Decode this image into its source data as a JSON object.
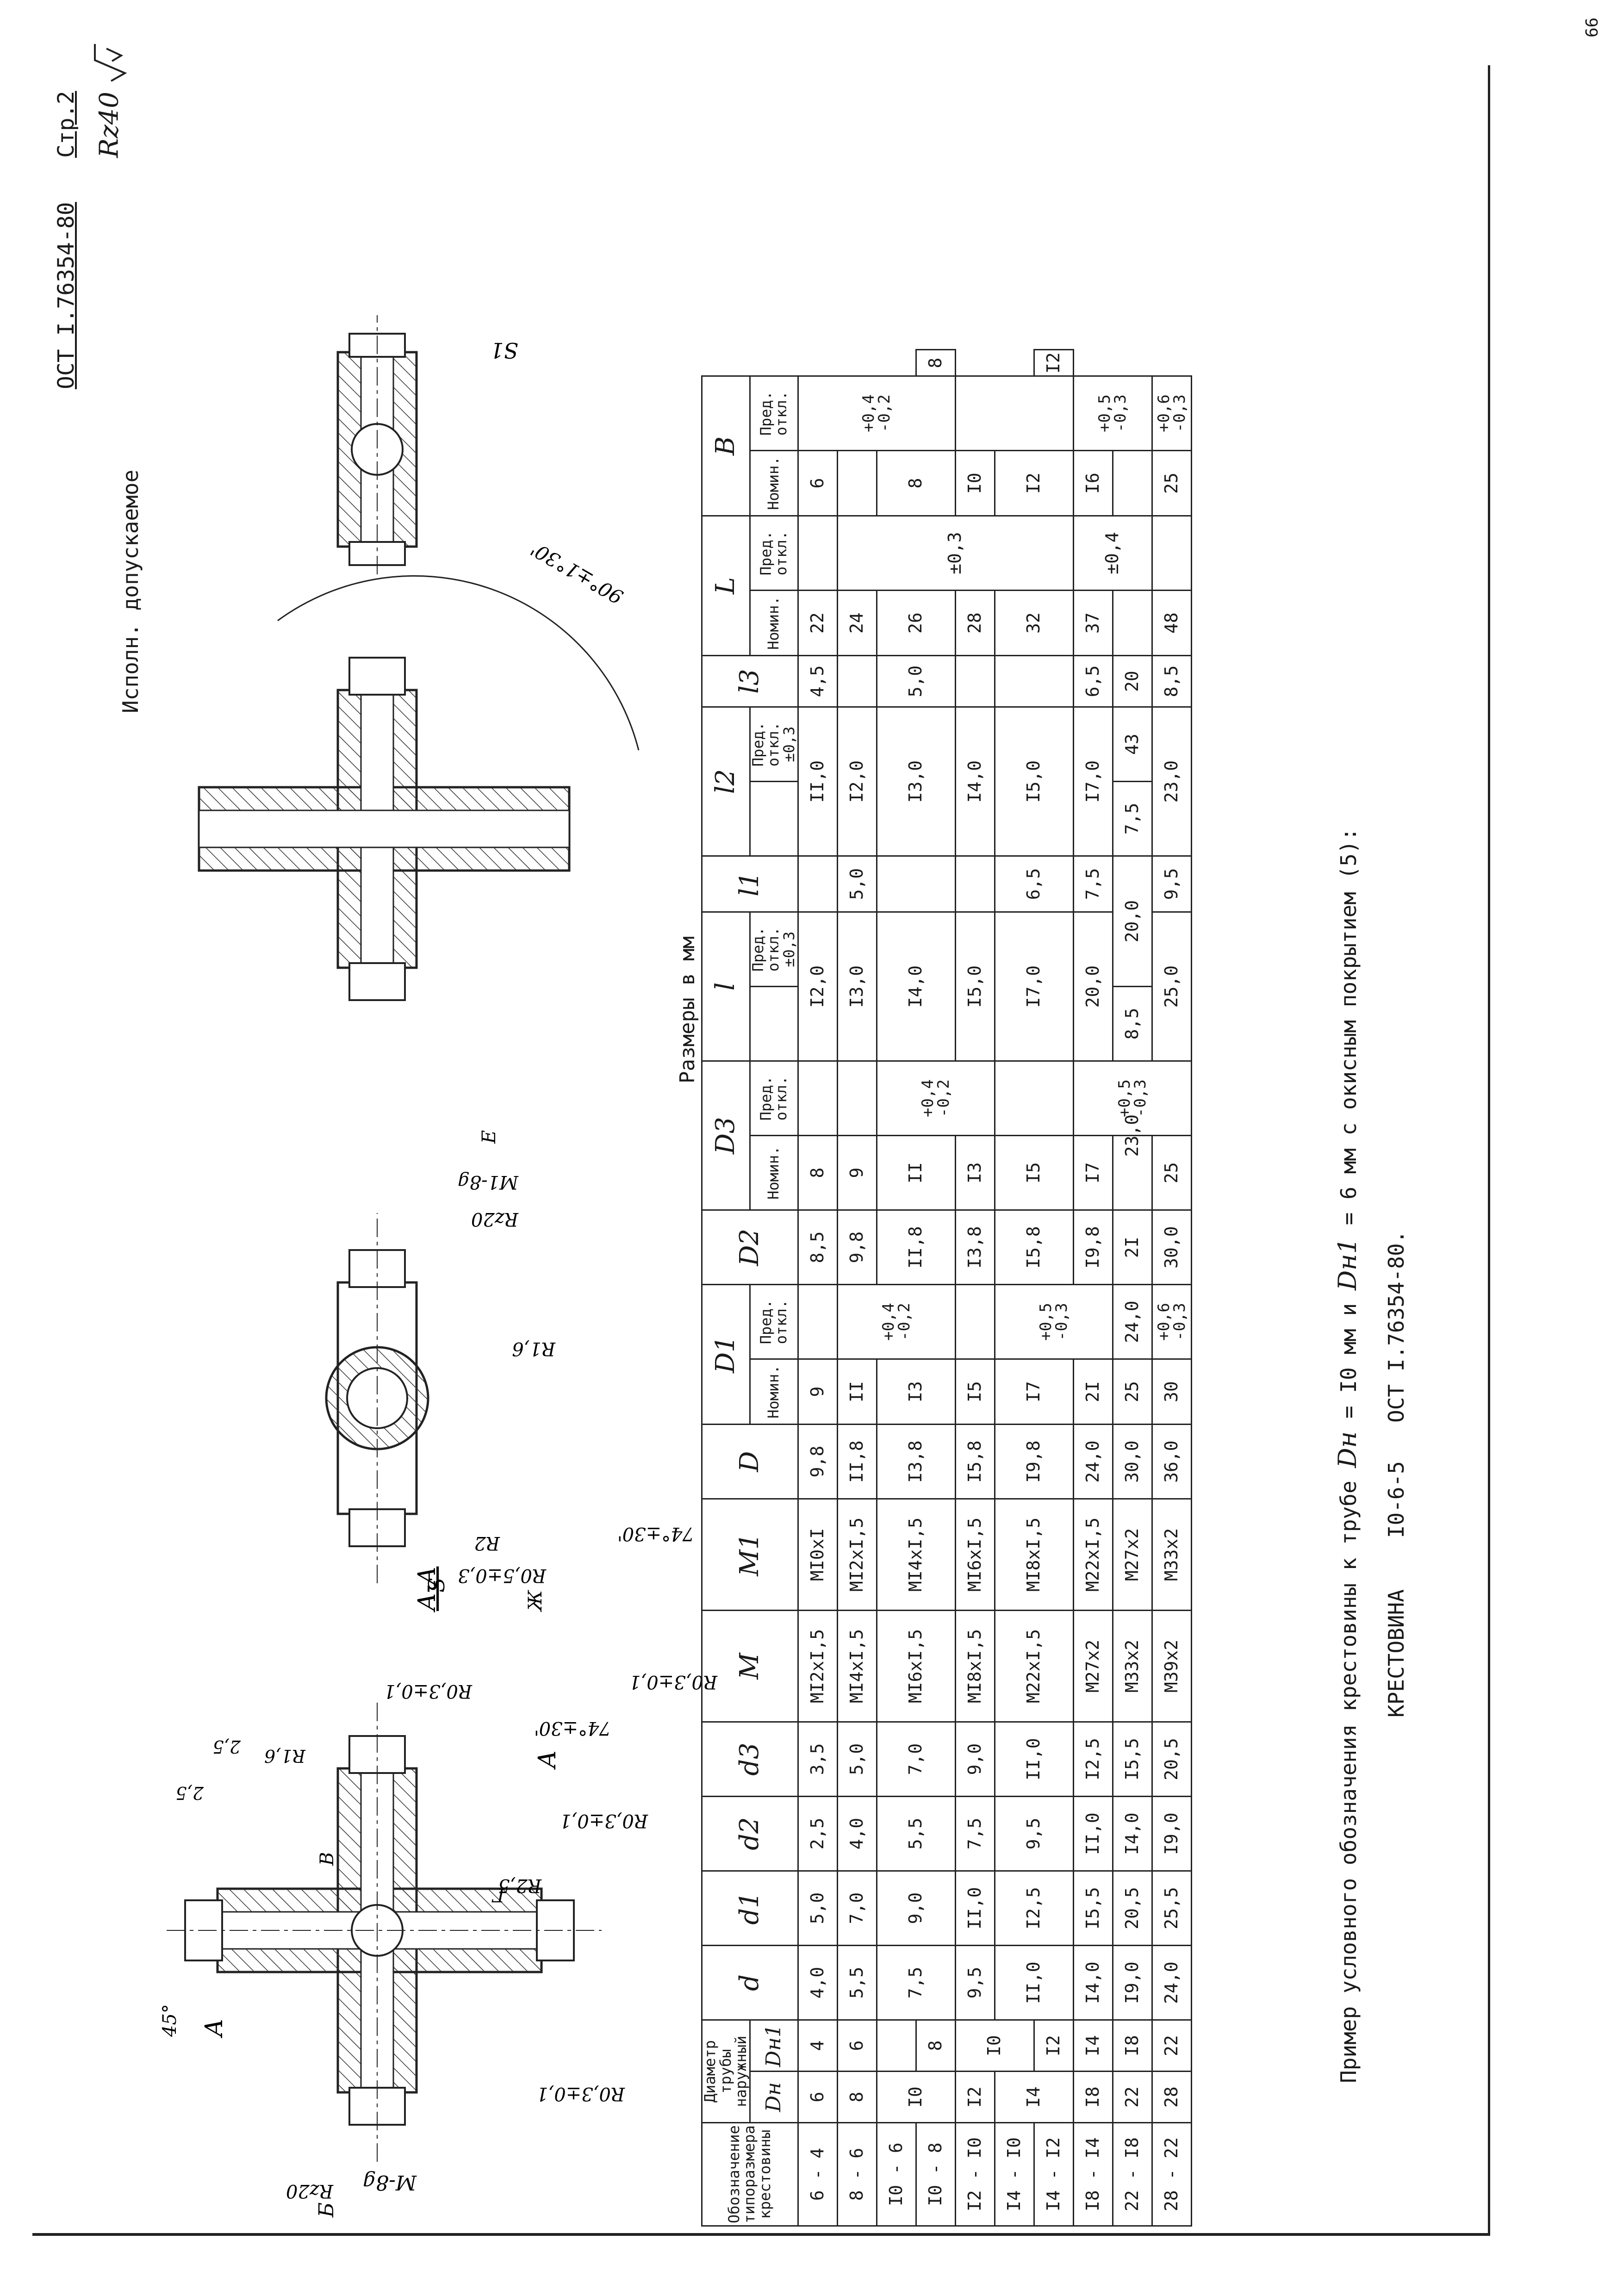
{
  "header": {
    "code": "ОСТ I.76354-80",
    "page": "Стр.2",
    "roughness": "Rz40"
  },
  "alt_execution": "Исполн. допускаемое",
  "drawing_labels": {
    "section_a": "А-А",
    "view_b": "Б",
    "thread_m": "M-8g",
    "thread_m1": "M1-8g",
    "r03_a": "R0,3±0,1",
    "r03_b": "R0,3±0,1",
    "r03_c": "R0,3±0,1",
    "r03_d": "R0,3±0,1",
    "r05": "R0,5±0,3",
    "r2": "R2",
    "r16_a": "R1,6",
    "r16_b": "R1,6",
    "r25_a": "R2,5",
    "rz20_a": "Rz20",
    "rz20_b": "Rz20",
    "ang74_a": "74°±30'",
    "ang74_b": "74°±30'",
    "ang45": "45°",
    "ang90": "90°±1°30'",
    "s": "S",
    "s1": "S1",
    "zh": "Ж",
    "e": "E",
    "g": "Г",
    "v": "В",
    "a_mark": "А",
    "pt25a": "2,5",
    "pt25b": "2,5"
  },
  "table_caption": "Размеры в мм",
  "table": {
    "col_designation": "Обозначение типоразмера крестовины",
    "col_tube": "Диаметр трубы наружный",
    "sub_dn": "Dн",
    "sub_dn1": "Dн1",
    "col_d": "d",
    "col_d1": "d1",
    "col_d2": "d2",
    "col_d3": "d3",
    "col_M": "M",
    "col_M1": "M1",
    "col_D": "D",
    "col_D1": "D1",
    "col_D2": "D2",
    "col_D3": "D3",
    "col_l": "l",
    "col_l1": "l1",
    "col_l2": "l2",
    "col_l3": "l3",
    "col_L": "L",
    "col_B": "B",
    "nom": "Номин.",
    "tol": "Пред. откл.",
    "tol_pm03": "Пред. откл. ±0,3",
    "tolerances": {
      "D1_a": "+0,4\n-0,2",
      "D1_b": "+0,5\n-0,3",
      "D1_c": "+0,6\n-0,3",
      "D3_a": "+0,4\n-0,2",
      "D3_b": "+0,5\n-0,3",
      "L_a": "±0,3",
      "L_b": "±0,4",
      "B_a": "+0,4\n-0,2",
      "B_b": "+0,5\n-0,3",
      "B_c": "+0,6\n-0,3"
    },
    "rows": [
      {
        "des": "6 - 4",
        "Dn": "6",
        "Dn1": "4",
        "d": "4,0",
        "d1": "5,0",
        "d2": "2,5",
        "d3": "3,5",
        "M": "MI2xI,5",
        "M1": "MI0xI",
        "D": "9,8",
        "D1": "9",
        "D2": "8,5",
        "D3": "8",
        "l": "I2,0",
        "l1": "",
        "l2": "II,0",
        "l3": "4,5",
        "L": "22",
        "B": "6"
      },
      {
        "des": "8 - 6",
        "Dn": "8",
        "Dn1": "6",
        "d": "5,5",
        "d1": "7,0",
        "d2": "4,0",
        "d3": "5,0",
        "M": "MI4xI,5",
        "M1": "MI2xI,5",
        "D": "II,8",
        "D1": "II",
        "D2": "9,8",
        "D3": "9",
        "l": "I3,0",
        "l1": "5,0",
        "l2": "I2,0",
        "l3": "",
        "L": "24",
        "B": ""
      },
      {
        "des": "I0 - 6",
        "Dn": "I0",
        "Dn1": "",
        "d": "7,5",
        "d1": "9,0",
        "d2": "5,5",
        "d3": "7,0",
        "M": "MI6xI,5",
        "M1": "MI4xI,5",
        "D": "I3,8",
        "D1": "I3",
        "D2": "II,8",
        "D3": "II",
        "l": "I4,0",
        "l1": "",
        "l2": "I3,0",
        "l3": "5,0",
        "L": "26",
        "B": "8"
      },
      {
        "des": "I0 - 8",
        "Dn": "",
        "Dn1": "8",
        "d": "",
        "d1": "",
        "d2": "",
        "d3": "",
        "M": "",
        "M1": "",
        "D": "",
        "D1": "",
        "D2": "",
        "D3": "",
        "l": "",
        "l1": "",
        "l2": "",
        "l3": "",
        "L": "",
        "B": ""
      },
      {
        "des": "I2 - I0",
        "Dn": "I2",
        "Dn1": "I0",
        "d": "9,5",
        "d1": "II,0",
        "d2": "7,5",
        "d3": "9,0",
        "M": "MI8xI,5",
        "M1": "MI6xI,5",
        "D": "I5,8",
        "D1": "I5",
        "D2": "I3,8",
        "D3": "I3",
        "l": "I5,0",
        "l1": "",
        "l2": "I4,0",
        "l3": "",
        "L": "28",
        "B": "I0"
      },
      {
        "des": "I4 - I0",
        "Dn": "I4",
        "Dn1": "",
        "d": "II,0",
        "d1": "I2,5",
        "d2": "9,5",
        "d3": "II,0",
        "M": "M22xI,5",
        "M1": "MI8xI,5",
        "D": "I9,8",
        "D1": "I7",
        "D2": "I5,8",
        "D3": "I5",
        "l": "I7,0",
        "l1": "6,5",
        "l2": "I5,0",
        "l3": "",
        "L": "32",
        "B": "I2"
      },
      {
        "des": "I4 - I2",
        "Dn": "",
        "Dn1": "I2",
        "d": "",
        "d1": "",
        "d2": "",
        "d3": "",
        "M": "",
        "M1": "",
        "D": "",
        "D1": "",
        "D2": "",
        "D3": "",
        "l": "",
        "l1": "",
        "l2": "",
        "l3": "",
        "L": "",
        "B": ""
      },
      {
        "des": "I8 - I4",
        "Dn": "I8",
        "Dn1": "I4",
        "d": "I4,0",
        "d1": "I5,5",
        "d2": "II,0",
        "d3": "I2,5",
        "M": "M27x2",
        "M1": "M22xI,5",
        "D": "24,0",
        "D1": "2I",
        "D2": "I9,8",
        "D3": "I7",
        "l": "20,0",
        "l1": "7,5",
        "l2": "I7,0",
        "l3": "6,5",
        "L": "37",
        "B": "I6"
      },
      {
        "des": "22 - I8",
        "Dn": "22",
        "Dn1": "I8",
        "d": "I9,0",
        "d1": "20,5",
        "d2": "I4,0",
        "d3": "I5,5",
        "M": "M33x2",
        "M1": "M27x2",
        "D": "30,0",
        "D1": "25",
        "D2": "24,0",
        "D3": "2I",
        "l": "23,0",
        "l1": "8,5",
        "l2": "20,0",
        "l3": "7,5",
        "L": "43",
        "B": "20"
      },
      {
        "des": "28 - 22",
        "Dn": "28",
        "Dn1": "22",
        "d": "24,0",
        "d1": "25,5",
        "d2": "I9,0",
        "d3": "20,5",
        "M": "M39x2",
        "M1": "M33x2",
        "D": "36,0",
        "D1": "30",
        "D2": "30,0",
        "D3": "25",
        "l": "25,0",
        "l1": "9,5",
        "l2": "23,0",
        "l3": "8,5",
        "L": "48",
        "B": "25"
      }
    ]
  },
  "example": {
    "text1": "Пример условного обозначения крестовины к трубе",
    "sym1": "Dн",
    "text2": "= I0 мм и",
    "sym2": "Dн1",
    "text3": "= 6 мм с окисным покрытием (5):",
    "line2": "КРЕСТОВИНА    I0-6-5   ОСТ I.76354-80."
  },
  "page_number": "66"
}
